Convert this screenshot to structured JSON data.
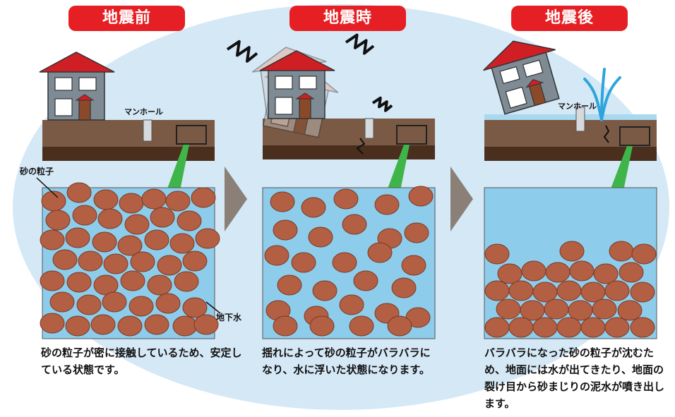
{
  "panels": [
    {
      "title": "地震前",
      "caption": "砂の粒子が密に接触しているため、安定している状態です。"
    },
    {
      "title": "地震時",
      "caption": "揺れによって砂の粒子がバラバラになり、水に浮いた状態になります。"
    },
    {
      "title": "地震後",
      "caption": "バラバラになった砂の粒子が沈むため、地面には水が出てきたり、地面の裂け目から砂まじりの泥水が噴き出します。"
    }
  ],
  "labels": {
    "sand_particles": "砂の粒子",
    "groundwater": "地下水",
    "manhole": "マンホール"
  },
  "colors": {
    "title_red": "#e51f23",
    "background_ellipse": "#d5e8f6",
    "water": "#8dcdeb",
    "sand_particle": "#b35f43",
    "ground_top": "#7a5a44",
    "ground_bottom": "#4a2e1e",
    "arrow": "#8a8078",
    "roof": "#cf1f25",
    "house_wall": "#7e8a94",
    "zoom_beam": "#3fb549"
  }
}
